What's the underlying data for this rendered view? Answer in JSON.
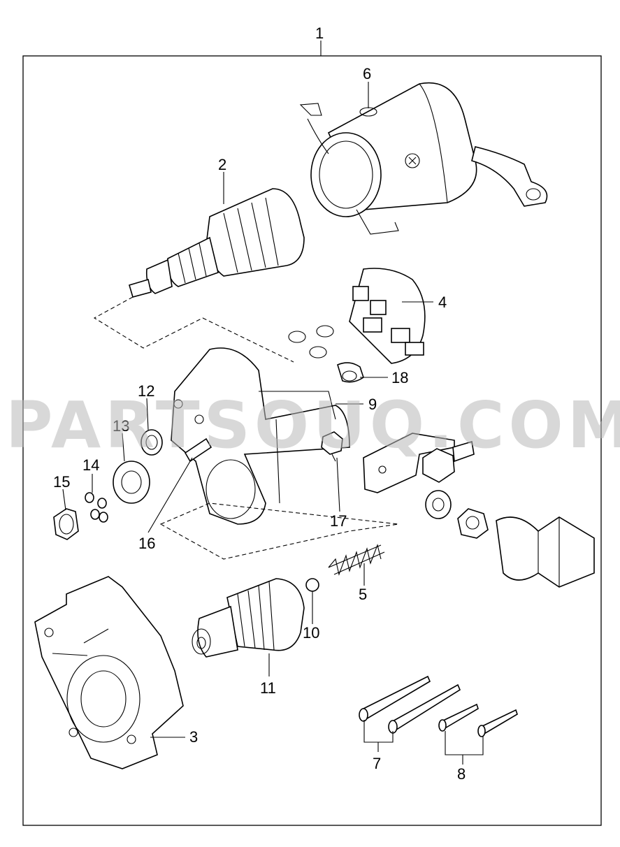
{
  "watermark": "PARTSOUQ.COM",
  "callouts": [
    "1",
    "2",
    "3",
    "4",
    "5",
    "6",
    "7",
    "8",
    "9",
    "10",
    "11",
    "12",
    "13",
    "14",
    "15",
    "16",
    "17",
    "18"
  ]
}
